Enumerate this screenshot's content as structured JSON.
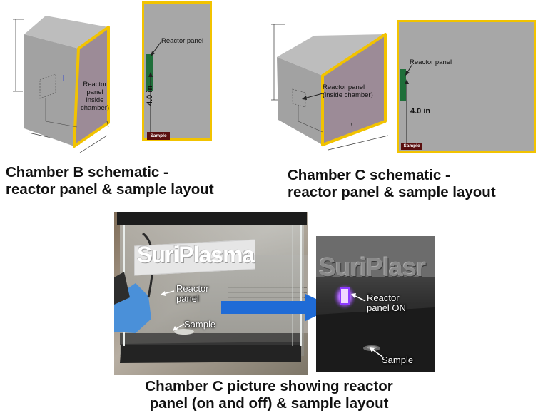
{
  "colors": {
    "box_gray": "#a2a2a2",
    "box_gray_dark": "#8c8c8c",
    "panel_front": "#9c8b97",
    "frame_yellow": "#f2c300",
    "panel_green": "#1f6f3a",
    "sample_red": "#5a0f0f",
    "arrow_blue": "#1f6bd6"
  },
  "chamber_b": {
    "iso_label_line1": "Reactor panel",
    "iso_label_line2": "inside chamber)",
    "top_label": "Reactor panel",
    "distance_label": "4.0 in",
    "sample_label": "Sample",
    "caption_line1": "Chamber B schematic -",
    "caption_line2": "reactor panel & sample layout"
  },
  "chamber_c": {
    "iso_label_line1": "Reactor panel",
    "iso_label_line2": "(inside chamber)",
    "top_label": "Reactor panel",
    "distance_label": "4.0 in",
    "sample_label": "Sample",
    "caption_line1": "Chamber C schematic -",
    "caption_line2": "reactor panel & sample layout"
  },
  "photos": {
    "brand_text": "SuriPlasma",
    "brand_text_crop": "SuriPlasr",
    "left_reactor_line1": "Reactor",
    "left_reactor_line2": "panel",
    "left_sample": "Sample",
    "right_reactor_line1": "Reactor",
    "right_reactor_line2": "panel ON",
    "right_sample": "Sample",
    "caption_line1": "Chamber C picture showing reactor",
    "caption_line2": "panel (on and off) & sample layout"
  }
}
